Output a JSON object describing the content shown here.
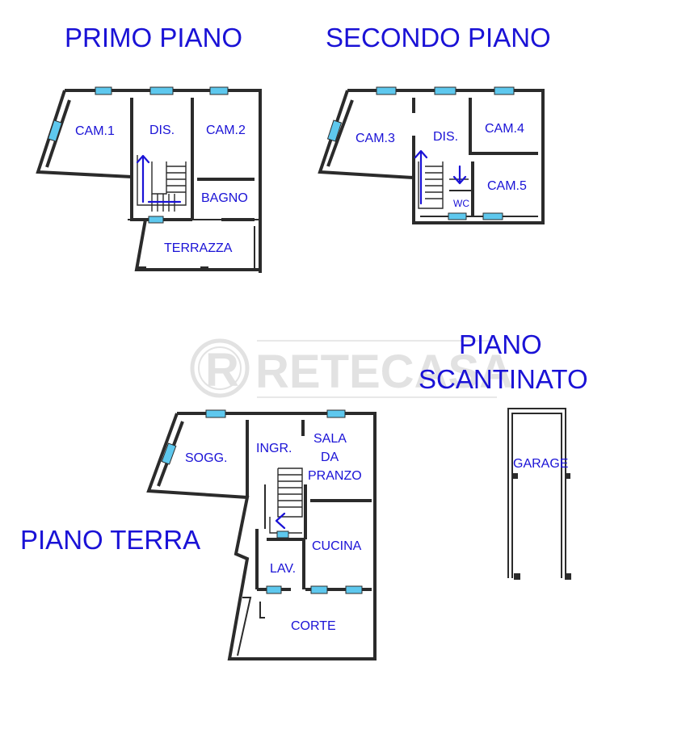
{
  "floors": {
    "primo": {
      "title": "PRIMO PIANO",
      "rooms": {
        "cam1": "CAM.1",
        "dis": "DIS.",
        "cam2": "CAM.2",
        "bagno": "BAGNO",
        "terrazza": "TERRAZZA"
      }
    },
    "secondo": {
      "title": "SECONDO PIANO",
      "rooms": {
        "cam3": "CAM.3",
        "dis": "DIS.",
        "cam4": "CAM.4",
        "cam5": "CAM.5",
        "wc": "WC"
      }
    },
    "terra": {
      "title": "PIANO TERRA",
      "rooms": {
        "sogg": "SOGG.",
        "ingr": "INGR.",
        "sala_1": "SALA",
        "sala_2": "DA",
        "sala_3": "PRANZO",
        "cucina": "CUCINA",
        "lav": "LAV.",
        "corte": "CORTE"
      }
    },
    "scantinato": {
      "title_line1": "PIANO",
      "title_line2": "SCANTINATO",
      "rooms": {
        "garage": "GARAGE"
      }
    }
  },
  "watermark": {
    "logo_letter": "R",
    "text": "RETECASA"
  },
  "colors": {
    "label": "#1a12d6",
    "window": "#5ec8ee",
    "wall": "#2b2b2b",
    "watermark": "#e2e2e2"
  }
}
